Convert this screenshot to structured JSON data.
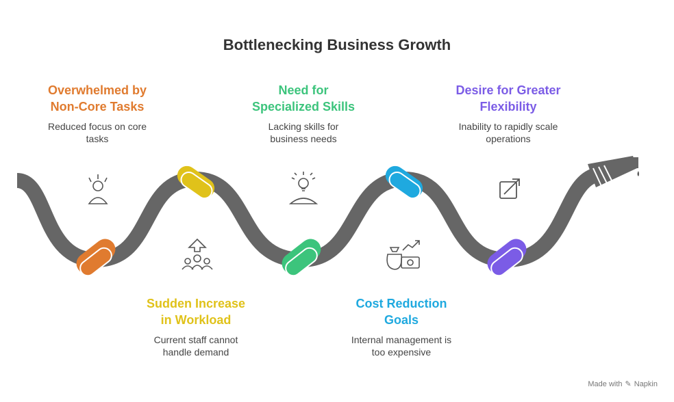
{
  "title": "Bottlenecking Business Growth",
  "steps": [
    {
      "heading": "Overwhelmed by\nNon-Core Tasks",
      "description": "Reduced focus on core\ntasks",
      "color": "#e07b2f",
      "icon": "stressed-person-icon"
    },
    {
      "heading": "Sudden Increase\nin Workload",
      "description": "Current staff cannot\nhandle demand",
      "color": "#e0c21a",
      "icon": "team-growth-icon"
    },
    {
      "heading": "Need for\nSpecialized Skills",
      "description": "Lacking skills for\nbusiness needs",
      "color": "#3cc47c",
      "icon": "idea-person-icon"
    },
    {
      "heading": "Cost Reduction\nGoals",
      "description": "Internal management is\ntoo expensive",
      "color": "#1fa9df",
      "icon": "money-growth-icon"
    },
    {
      "heading": "Desire for Greater\nFlexibility",
      "description": "Inability to rapidly scale\noperations",
      "color": "#7b5ce6",
      "icon": "external-link-icon"
    }
  ],
  "footer": {
    "made_with": "Made with",
    "brand": "Napkin"
  },
  "colors": {
    "hose": "#666666",
    "title": "#333333"
  }
}
